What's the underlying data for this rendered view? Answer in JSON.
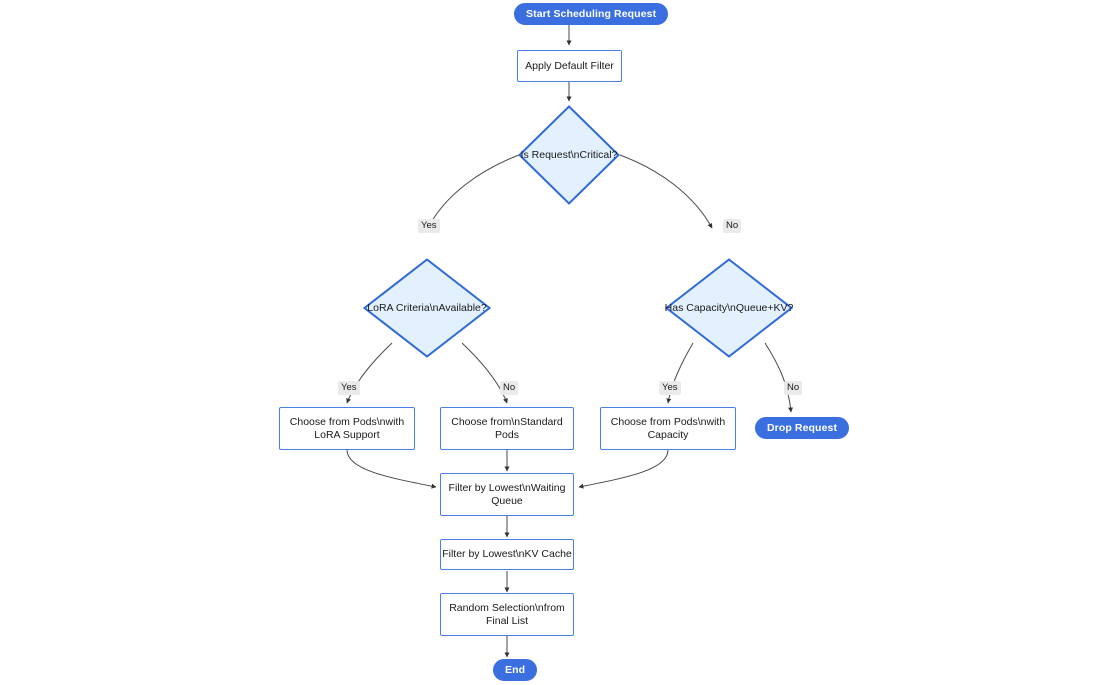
{
  "diagram": {
    "type": "flowchart",
    "direction": "top-down",
    "title": "",
    "theme": {
      "terminator_fill": "#3b6fe0",
      "terminator_text": "#ffffff",
      "process_fill": "#ffffff",
      "process_border": "#4a7fe8",
      "decision_fill": "#e3f0fd",
      "decision_border": "#2f6ad9",
      "edge_color": "#4a4a4a",
      "edge_label_bg": "#eaeaea",
      "text_color": "#1a1a1a",
      "background": "#ffffff"
    },
    "nodes": [
      {
        "id": "start",
        "shape": "terminator",
        "label": "Start Scheduling Request"
      },
      {
        "id": "apply",
        "shape": "process",
        "label": "Apply Default Filter"
      },
      {
        "id": "critical",
        "shape": "decision",
        "label": "Is Request\\nCritical?"
      },
      {
        "id": "lora",
        "shape": "decision",
        "label": "LoRA Criteria\\nAvailable?"
      },
      {
        "id": "capacity",
        "shape": "decision",
        "label": "Has Capacity\\nQueue+KV?"
      },
      {
        "id": "pods_lora",
        "shape": "process",
        "label": "Choose from Pods\\nwith\nLoRA Support"
      },
      {
        "id": "pods_std",
        "shape": "process",
        "label": "Choose from\\nStandard\nPods"
      },
      {
        "id": "pods_cap",
        "shape": "process",
        "label": "Choose from Pods\\nwith\nCapacity"
      },
      {
        "id": "drop",
        "shape": "terminator",
        "label": "Drop Request"
      },
      {
        "id": "filter_queue",
        "shape": "process",
        "label": "Filter by Lowest\\nWaiting\nQueue"
      },
      {
        "id": "filter_kv",
        "shape": "process",
        "label": "Filter by Lowest\\nKV Cache"
      },
      {
        "id": "random",
        "shape": "process",
        "label": "Random Selection\\nfrom\nFinal List"
      },
      {
        "id": "end",
        "shape": "terminator",
        "label": "End"
      }
    ],
    "edges": [
      {
        "from": "start",
        "to": "apply",
        "label": ""
      },
      {
        "from": "apply",
        "to": "critical",
        "label": ""
      },
      {
        "from": "critical",
        "to": "lora",
        "label": "Yes"
      },
      {
        "from": "critical",
        "to": "capacity",
        "label": "No"
      },
      {
        "from": "lora",
        "to": "pods_lora",
        "label": "Yes"
      },
      {
        "from": "lora",
        "to": "pods_std",
        "label": "No"
      },
      {
        "from": "capacity",
        "to": "pods_cap",
        "label": "Yes"
      },
      {
        "from": "capacity",
        "to": "drop",
        "label": "No"
      },
      {
        "from": "pods_lora",
        "to": "filter_queue",
        "label": ""
      },
      {
        "from": "pods_std",
        "to": "filter_queue",
        "label": ""
      },
      {
        "from": "pods_cap",
        "to": "filter_queue",
        "label": ""
      },
      {
        "from": "filter_queue",
        "to": "filter_kv",
        "label": ""
      },
      {
        "from": "filter_kv",
        "to": "random",
        "label": ""
      },
      {
        "from": "random",
        "to": "end",
        "label": ""
      }
    ],
    "edge_labels": {
      "critical_yes": "Yes",
      "critical_no": "No",
      "lora_yes": "Yes",
      "lora_no": "No",
      "capacity_yes": "Yes",
      "capacity_no": "No"
    }
  }
}
